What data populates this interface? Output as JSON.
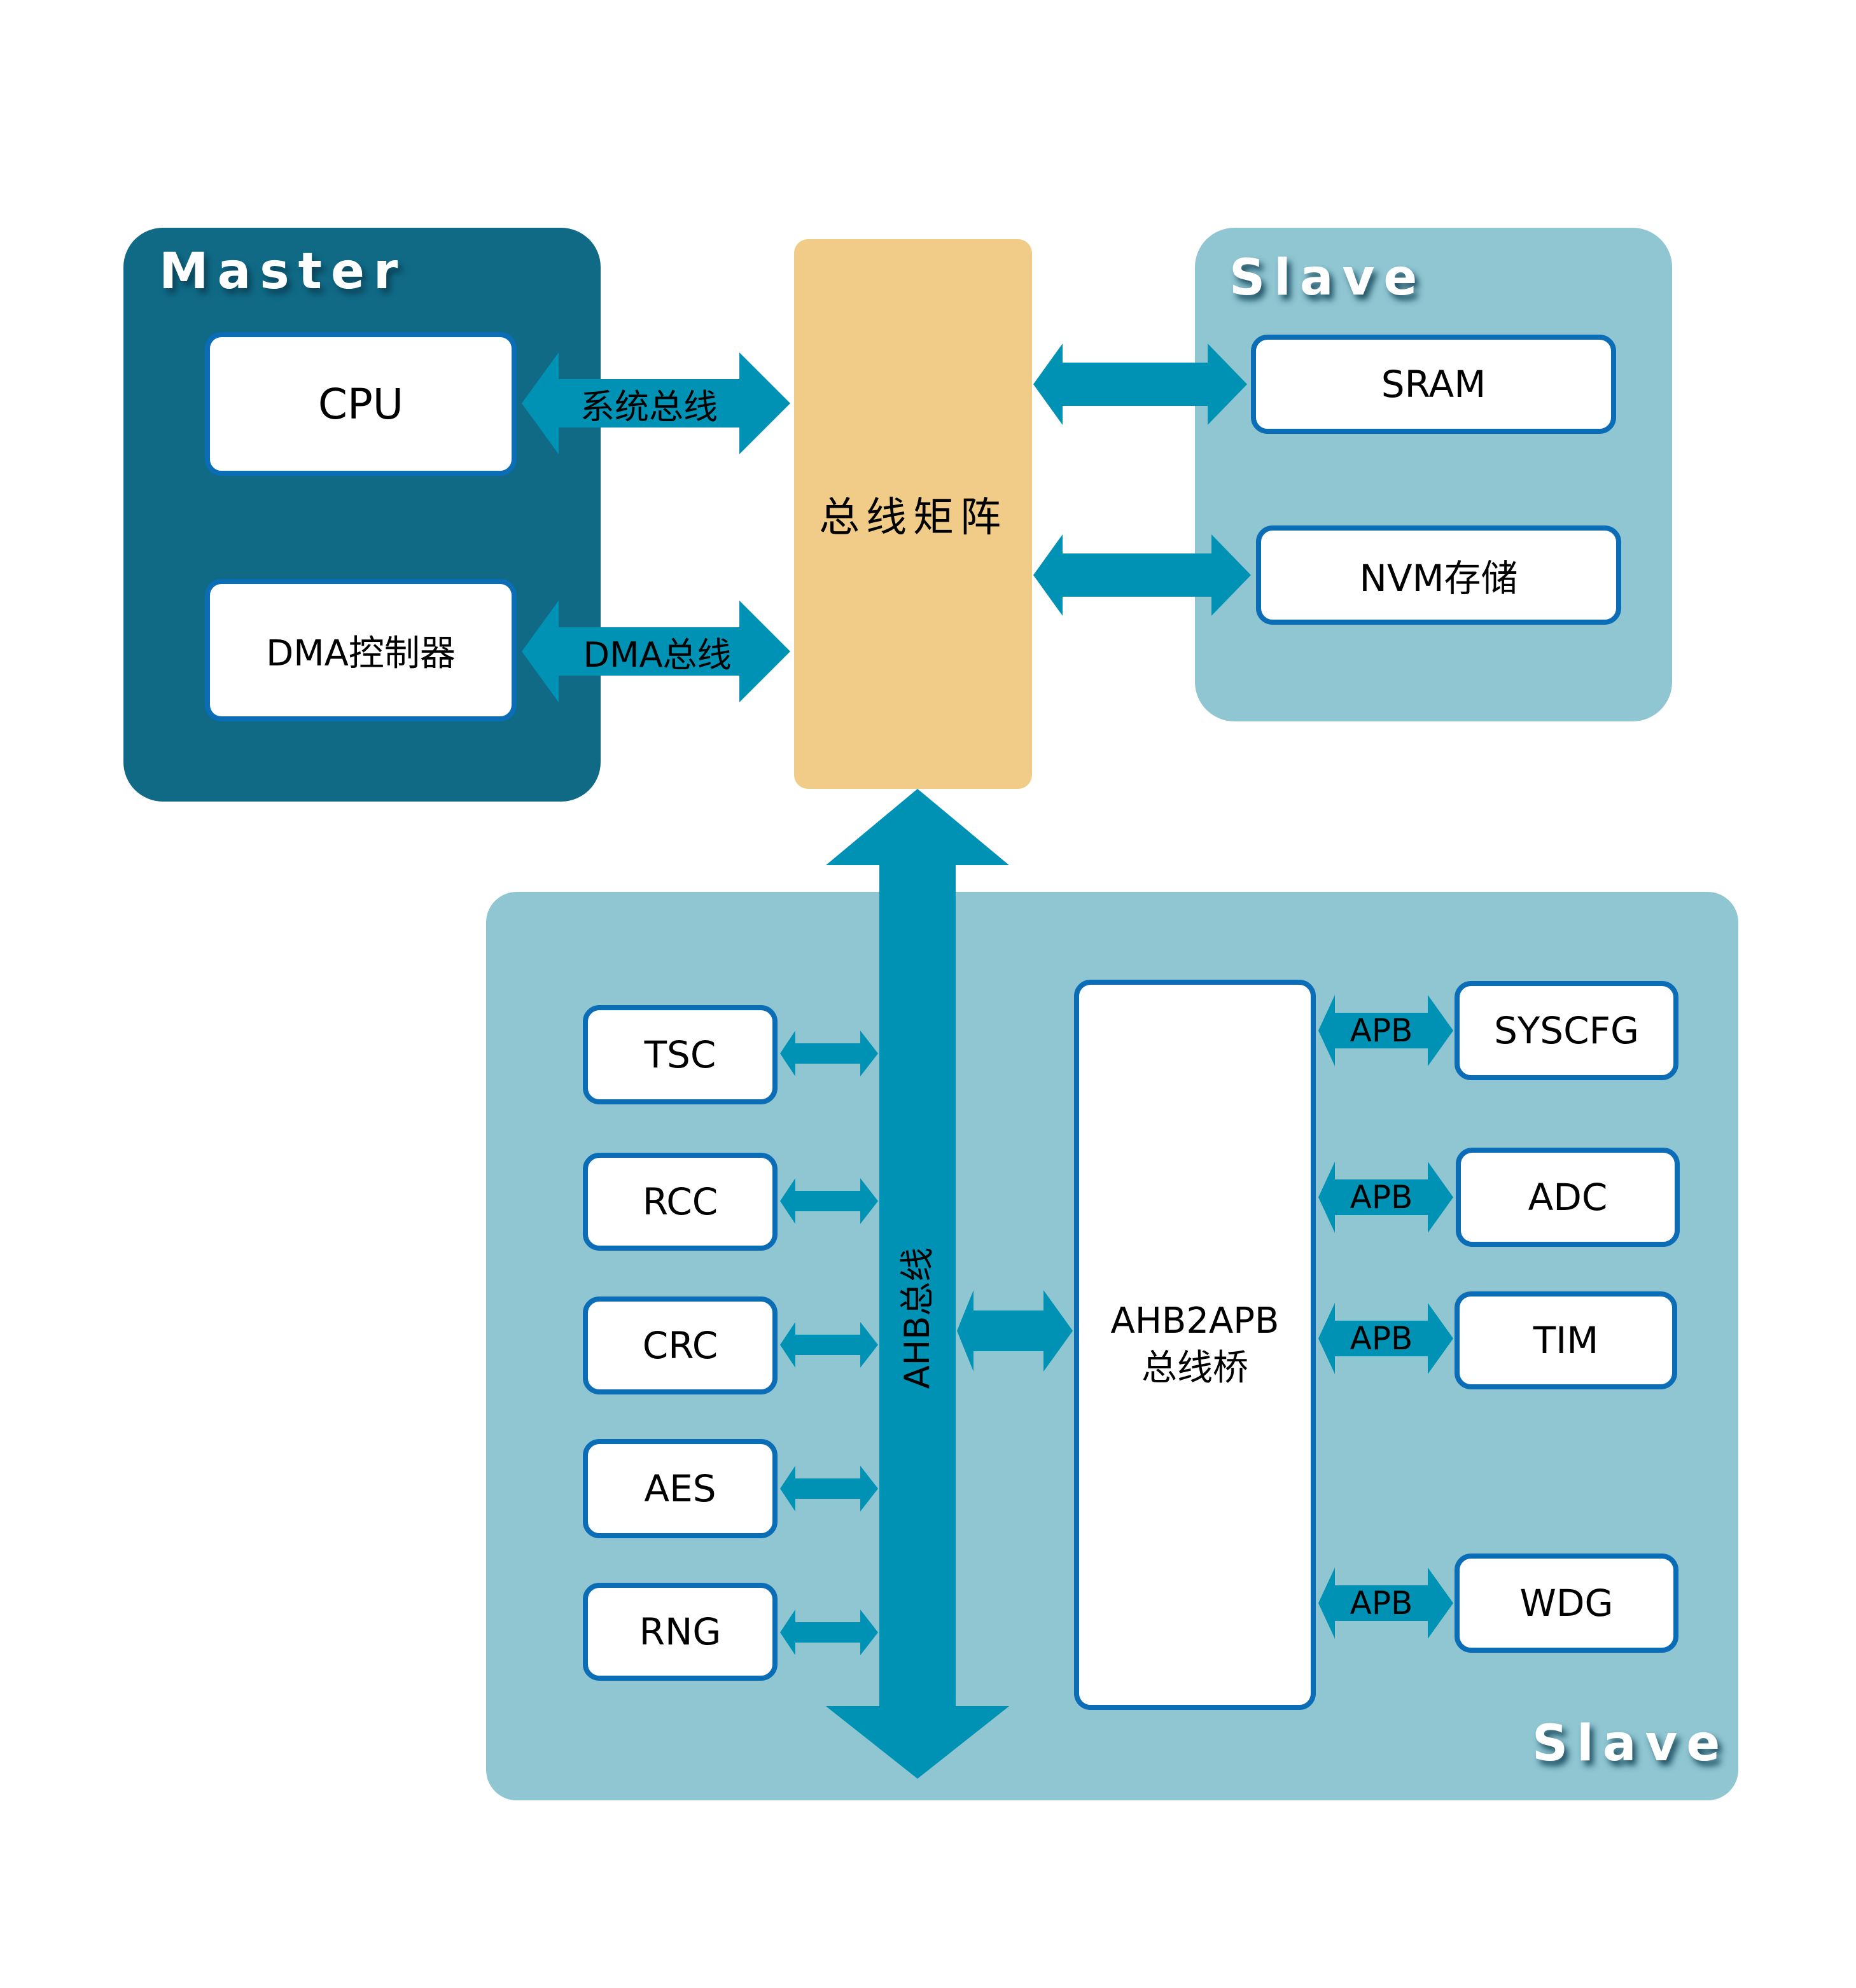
{
  "colors": {
    "master_bg": "#106A86",
    "slave_bg": "#8FC6D2",
    "matrix_bg": "#F0CC88",
    "arrow": "#0092B4",
    "box_border": "#0A6DB5"
  },
  "master": {
    "title": "Master",
    "cpu": "CPU",
    "dma_controller": "DMA控制器"
  },
  "buses": {
    "system_bus": "系统总线",
    "dma_bus": "DMA总线",
    "ahb_bus": "AHB总线",
    "apb": "APB"
  },
  "bus_matrix": "总线矩阵",
  "slave_top": {
    "title": "Slave",
    "sram": "SRAM",
    "nvm": "NVM存储"
  },
  "slave_bottom": {
    "title": "Slave",
    "ahb_peripherals": [
      "TSC",
      "RCC",
      "CRC",
      "AES",
      "RNG"
    ],
    "bridge": {
      "line1": "AHB2APB",
      "line2": "总线桥"
    },
    "apb_peripherals": [
      "SYSCFG",
      "ADC",
      "TIM",
      "WDG"
    ]
  }
}
